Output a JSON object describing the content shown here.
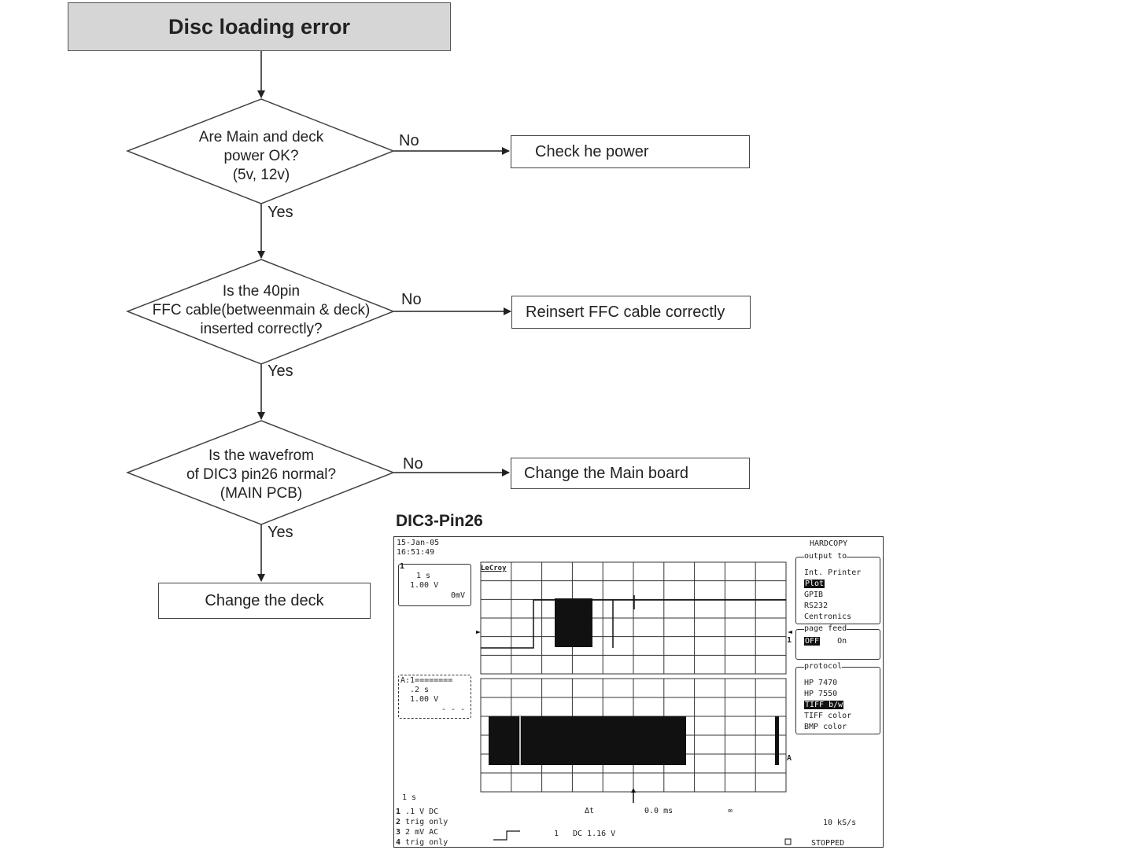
{
  "flowchart": {
    "title": "Disc loading error",
    "decisions": [
      {
        "lines": [
          "Are Main and deck",
          "power OK?",
          "(5v, 12v)"
        ],
        "no_label": "No",
        "yes_label": "Yes",
        "no_action": "Check he power"
      },
      {
        "lines": [
          "Is the 40pin",
          "FFC cable(betweenmain & deck)",
          "inserted correctly?"
        ],
        "no_label": "No",
        "yes_label": "Yes",
        "no_action": "Reinsert FFC cable correctly"
      },
      {
        "lines": [
          "Is the wavefrom",
          "of DIC3 pin26 normal?",
          "(MAIN PCB)"
        ],
        "no_label": "No",
        "yes_label": "Yes",
        "no_action": "Change the Main board"
      }
    ],
    "final_action": "Change the deck"
  },
  "scope": {
    "caption": "DIC3-Pin26",
    "date": "15-Jan-05",
    "time": "16:51:49",
    "brand": "LeCroy",
    "ch1_box": {
      "timebase": "1 s",
      "volts": "1.00 V",
      "offset": "0mV"
    },
    "zoom_box": {
      "header": "A:1========",
      "timebase": ".2 s",
      "volts": "1.00 V",
      "offset": "- - -"
    },
    "menu": {
      "title": "HARDCOPY",
      "output_label": "output to",
      "outputs": [
        "Int. Printer",
        "Plot",
        "GPIB",
        "RS232",
        "Centronics"
      ],
      "output_selected": "Plot",
      "page_feed_label": "page feed",
      "page_feed_options": [
        "OFF",
        "On"
      ],
      "page_feed_selected": "OFF",
      "protocol_label": "protocol",
      "protocols": [
        "HP 7470",
        "HP 7550",
        "TIFF b/w",
        "TIFF color",
        "BMP color"
      ],
      "protocol_selected": "TIFF b/w"
    },
    "bottom": {
      "timebase": "1  s",
      "channels": [
        {
          "num": "1",
          "text": ".1  V  DC"
        },
        {
          "num": "2",
          "text": "trig only"
        },
        {
          "num": "3",
          "text": "2 mV  AC"
        },
        {
          "num": "4",
          "text": "trig only"
        }
      ],
      "delta_t_label": "Δt",
      "delta_t_value": "0.0 ms",
      "inf_symbol": "∞",
      "sample_rate": "10 kS/s",
      "trigger_channel": "1",
      "trigger_text": "DC 1.16 V",
      "status": "STOPPED"
    },
    "markers": {
      "ch1": "1",
      "zoom": "A"
    }
  }
}
